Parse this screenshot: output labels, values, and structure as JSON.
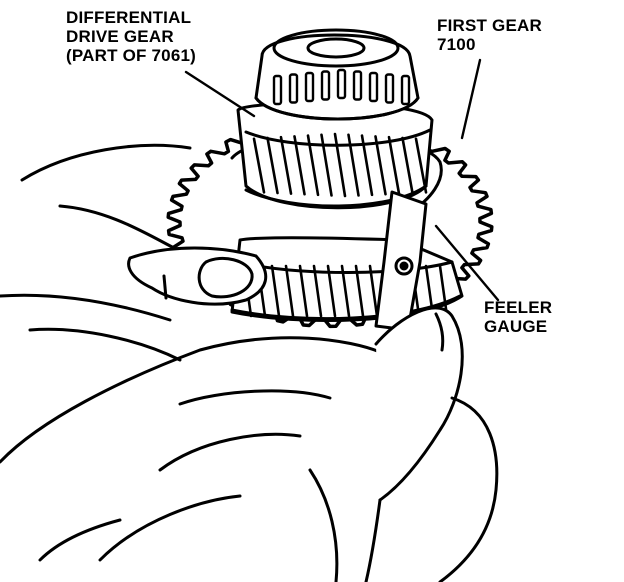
{
  "labels": {
    "differential_drive_gear": {
      "line1": "DIFFERENTIAL",
      "line2": "DRIVE GEAR",
      "line3": "(PART OF 7061)"
    },
    "first_gear": {
      "line1": "FIRST GEAR",
      "line2": "7100"
    },
    "feeler_gauge": {
      "line1": "FEELER",
      "line2": "GAUGE"
    }
  },
  "colors": {
    "ink": "#000000",
    "paper": "#ffffff"
  }
}
